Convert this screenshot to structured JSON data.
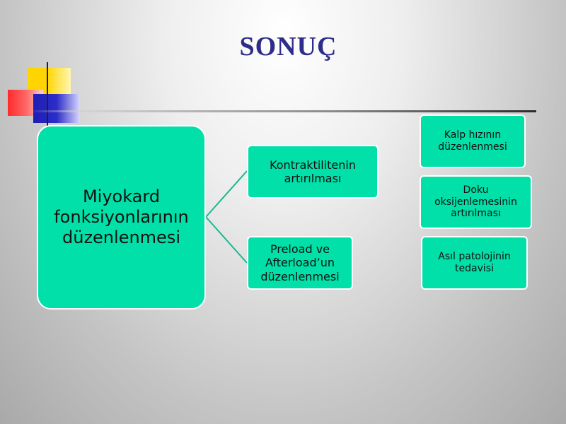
{
  "title": "SONUÇ",
  "nodes": {
    "main": "Miyokard fonksiyonlarının düzenlenmesi",
    "branch1": "Kontraktilitenin artırılması",
    "branch2": "Preload ve Afterload’un düzenlenmesi",
    "right1": "Kalp hızının düzenlenmesi",
    "right2": "Doku oksijenlemesinin artırılması",
    "right3": "Asıl patolojinin tedavisi"
  },
  "colors": {
    "node_fill": "#00e0a8",
    "title": "#2e2e8a"
  }
}
